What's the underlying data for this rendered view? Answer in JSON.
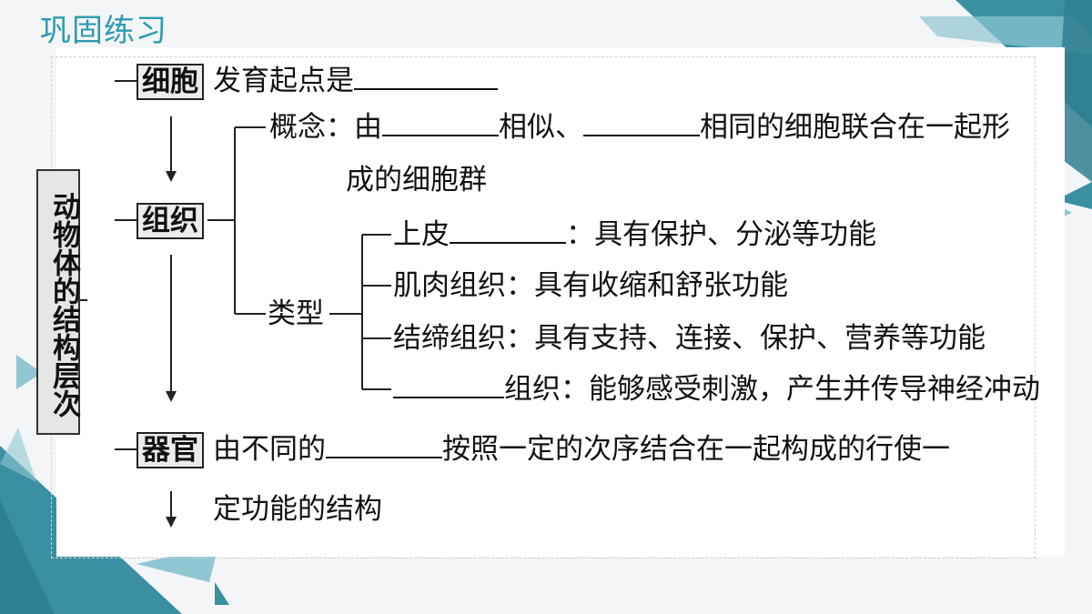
{
  "page": {
    "title": "巩固练习"
  },
  "outline": {
    "root": "动物体的结构层次",
    "cell": {
      "label": "细胞",
      "text": "发育起点是"
    },
    "tissue": {
      "label": "组织",
      "concept_prefix": "概念：由",
      "concept_mid": "相似、",
      "concept_end": "相同的细胞联合在一起形",
      "concept_line2": "成的细胞群",
      "type_label": "类型",
      "types": [
        {
          "prefix": "上皮",
          "suffix": "：具有保护、分泌等功能"
        },
        {
          "prefix": "肌肉组织：具有收缩和舒张功能",
          "suffix": ""
        },
        {
          "prefix": "结缔组织：具有支持、连接、保护、营养等功能",
          "suffix": ""
        },
        {
          "prefix": "",
          "suffix": "组织：能够感受刺激，产生并传导神经冲动"
        }
      ]
    },
    "organ": {
      "label": "器官",
      "text_prefix": "由不同的",
      "text_suffix": "按照一定的次序结合在一起构成的行使一",
      "text_line2": "定功能的结构"
    }
  },
  "colors": {
    "accent": "#2f9bb0",
    "deco_dark": "#3a8fa3",
    "deco_light": "#8fc6d2"
  }
}
